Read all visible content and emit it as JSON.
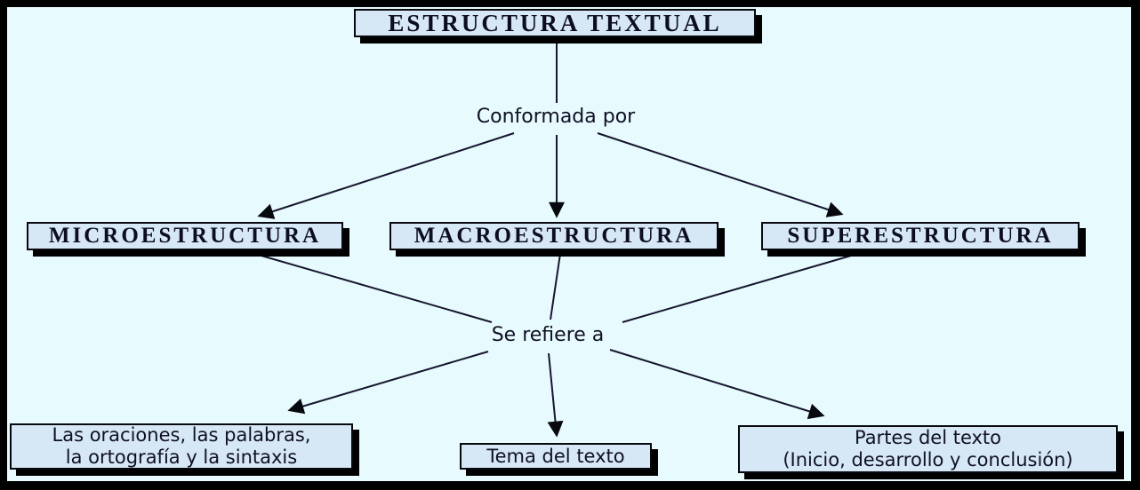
{
  "diagram": {
    "root": {
      "label": "ESTRUCTURA TEXTUAL"
    },
    "connector_labels": {
      "conformada": "Conformada por",
      "se_refiere": "Se refiere a"
    },
    "branches": [
      {
        "label": "MICROESTRUCTURA"
      },
      {
        "label": "MACROESTRUCTURA"
      },
      {
        "label": "SUPERESTRUCTURA"
      }
    ],
    "leaves": [
      {
        "line1": "Las oraciones, las palabras,",
        "line2": "la ortografía y la sintaxis"
      },
      {
        "line1": "Tema del texto"
      },
      {
        "line1": "Partes del texto",
        "line2": "(Inicio, desarrollo y conclusión)"
      }
    ],
    "edges": [
      {
        "from": "ESTRUCTURA TEXTUAL",
        "label": "Conformada por",
        "to": [
          "MICROESTRUCTURA",
          "MACROESTRUCTURA",
          "SUPERESTRUCTURA"
        ]
      },
      {
        "from": "MICROESTRUCTURA",
        "label": "Se refiere a",
        "to": "Las oraciones, las palabras, la ortografía y la sintaxis"
      },
      {
        "from": "MACROESTRUCTURA",
        "label": "Se refiere a",
        "to": "Tema del texto"
      },
      {
        "from": "SUPERESTRUCTURA",
        "label": "Se refiere a",
        "to": "Partes del texto (Inicio, desarrollo y conclusión)"
      }
    ],
    "icons": {
      "arrowhead": "filled-triangle"
    }
  },
  "colors": {
    "background": "#E7FBFE",
    "frame_border": "#000000",
    "node_fill": "#D6E7F5",
    "node_border": "#08080F",
    "node_shadow": "#000000",
    "line": "#16162E",
    "text": "#101024"
  }
}
